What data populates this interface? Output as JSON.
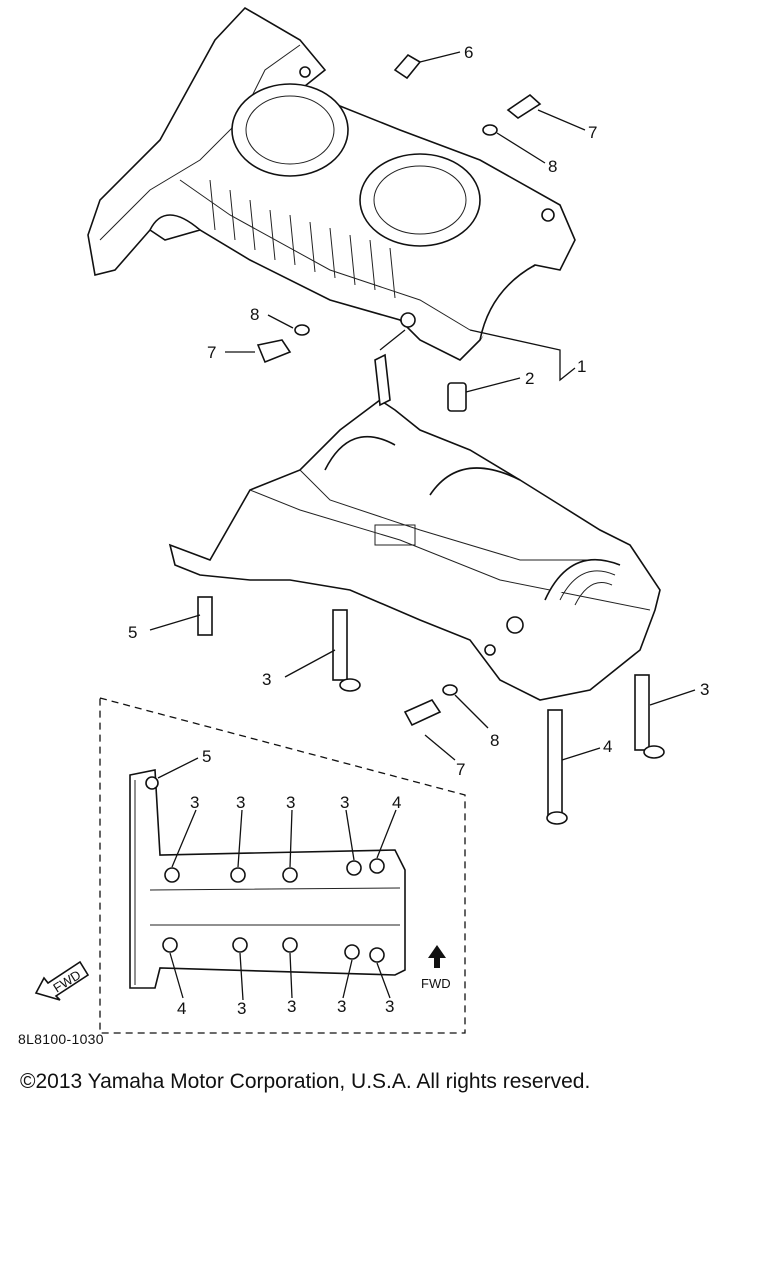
{
  "diagram": {
    "callouts": {
      "c1": "1",
      "c2": "2",
      "c3a": "3",
      "c3b": "3",
      "c4": "4",
      "c5": "5",
      "c6": "6",
      "c7a": "7",
      "c7b": "7",
      "c7c": "7",
      "c8a": "8",
      "c8b": "8",
      "c8c": "8"
    },
    "inset": {
      "top_labels": [
        "5",
        "3",
        "3",
        "3",
        "3",
        "4"
      ],
      "bottom_labels": [
        "4",
        "3",
        "3",
        "3",
        "3"
      ],
      "fwd_left": "FWD",
      "fwd_right": "FWD"
    }
  },
  "reference_code": "8L8100-1030",
  "copyright": "©2013 Yamaha Motor Corporation, U.S.A. All rights reserved."
}
